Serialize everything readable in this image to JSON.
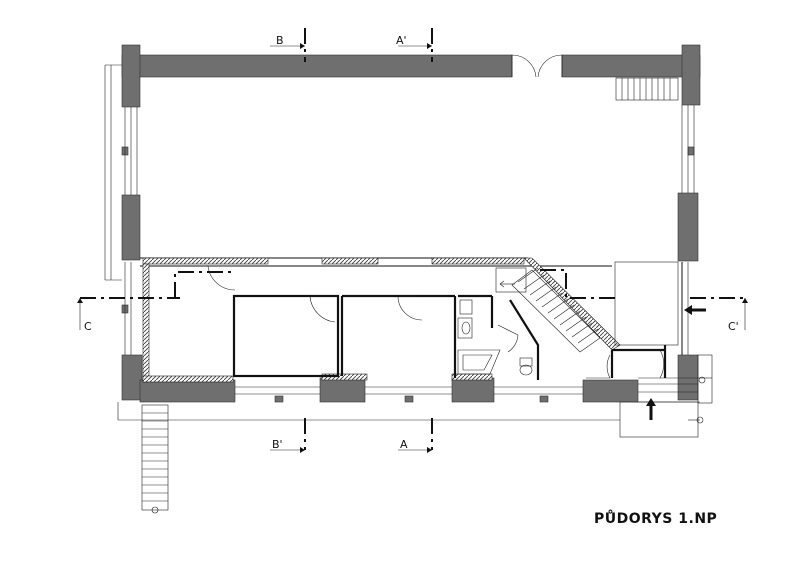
{
  "title": "PŮDORYS 1.NP",
  "section_labels": {
    "B_top": "B",
    "A_top": "A'",
    "B_bottom": "B'",
    "A_bottom": "A",
    "C_left": "C",
    "C_right": "C'"
  }
}
